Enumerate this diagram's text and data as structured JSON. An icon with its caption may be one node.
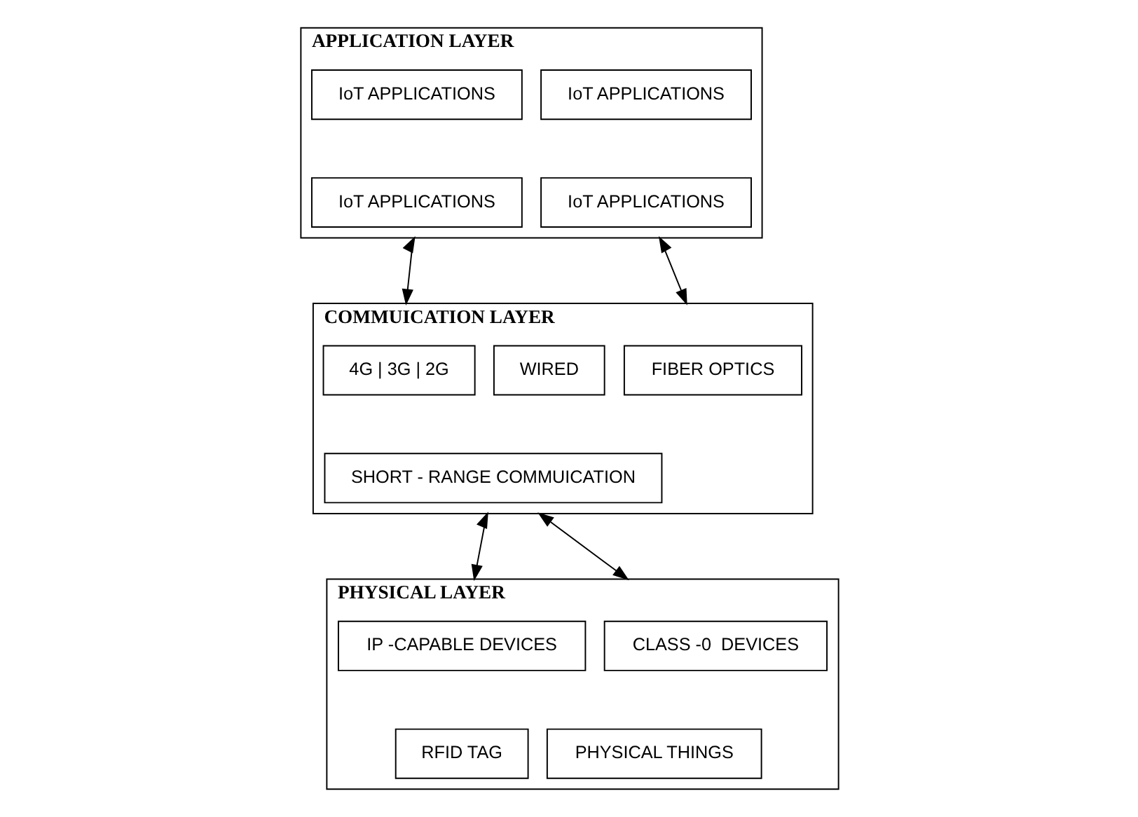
{
  "diagram": {
    "nodes": [
      {
        "text": [
          "APPLICATION LAYER"
        ]
      },
      {
        "text": [
          "IoT APPLICATIONS"
        ],
        "in": 0
      },
      {
        "text": [
          "IoT APPLICATIONS"
        ],
        "in": 0
      },
      {
        "text": [
          "IoT APPLICATIONS"
        ],
        "in": 0
      },
      {
        "text": [
          "IoT APPLICATIONS"
        ],
        "in": 0
      },
      {
        "text": [
          "COMMUICATION LAYER"
        ]
      },
      {
        "text": [
          "4G | 3G | 2G"
        ],
        "in": 5
      },
      {
        "text": [
          "WIRED"
        ],
        "in": 5
      },
      {
        "text": [
          "FIBER OPTICS"
        ],
        "in": 5
      },
      {
        "text": [
          "SHORT - RANGE COMMUICATION"
        ],
        "in": 5
      },
      {
        "text": [
          "PHYSICAL LAYER"
        ]
      },
      {
        "text": [
          "IP -CAPABLE DEVICES"
        ],
        "in": 10
      },
      {
        "text": [
          "CLASS -0  DEVICES"
        ],
        "in": 10
      },
      {
        "text": [
          "RFID TAG"
        ],
        "in": 10
      },
      {
        "text": [
          "PHYSICAL THINGS"
        ],
        "in": 10
      }
    ],
    "edges": [
      {
        "from": 0,
        "to": 5,
        "arrow": "both"
      },
      {
        "from": 0,
        "to": 5,
        "arrow": "both"
      },
      {
        "from": 5,
        "to": 10,
        "arrow": "both"
      },
      {
        "from": 5,
        "to": 10,
        "arrow": "both"
      }
    ]
  }
}
